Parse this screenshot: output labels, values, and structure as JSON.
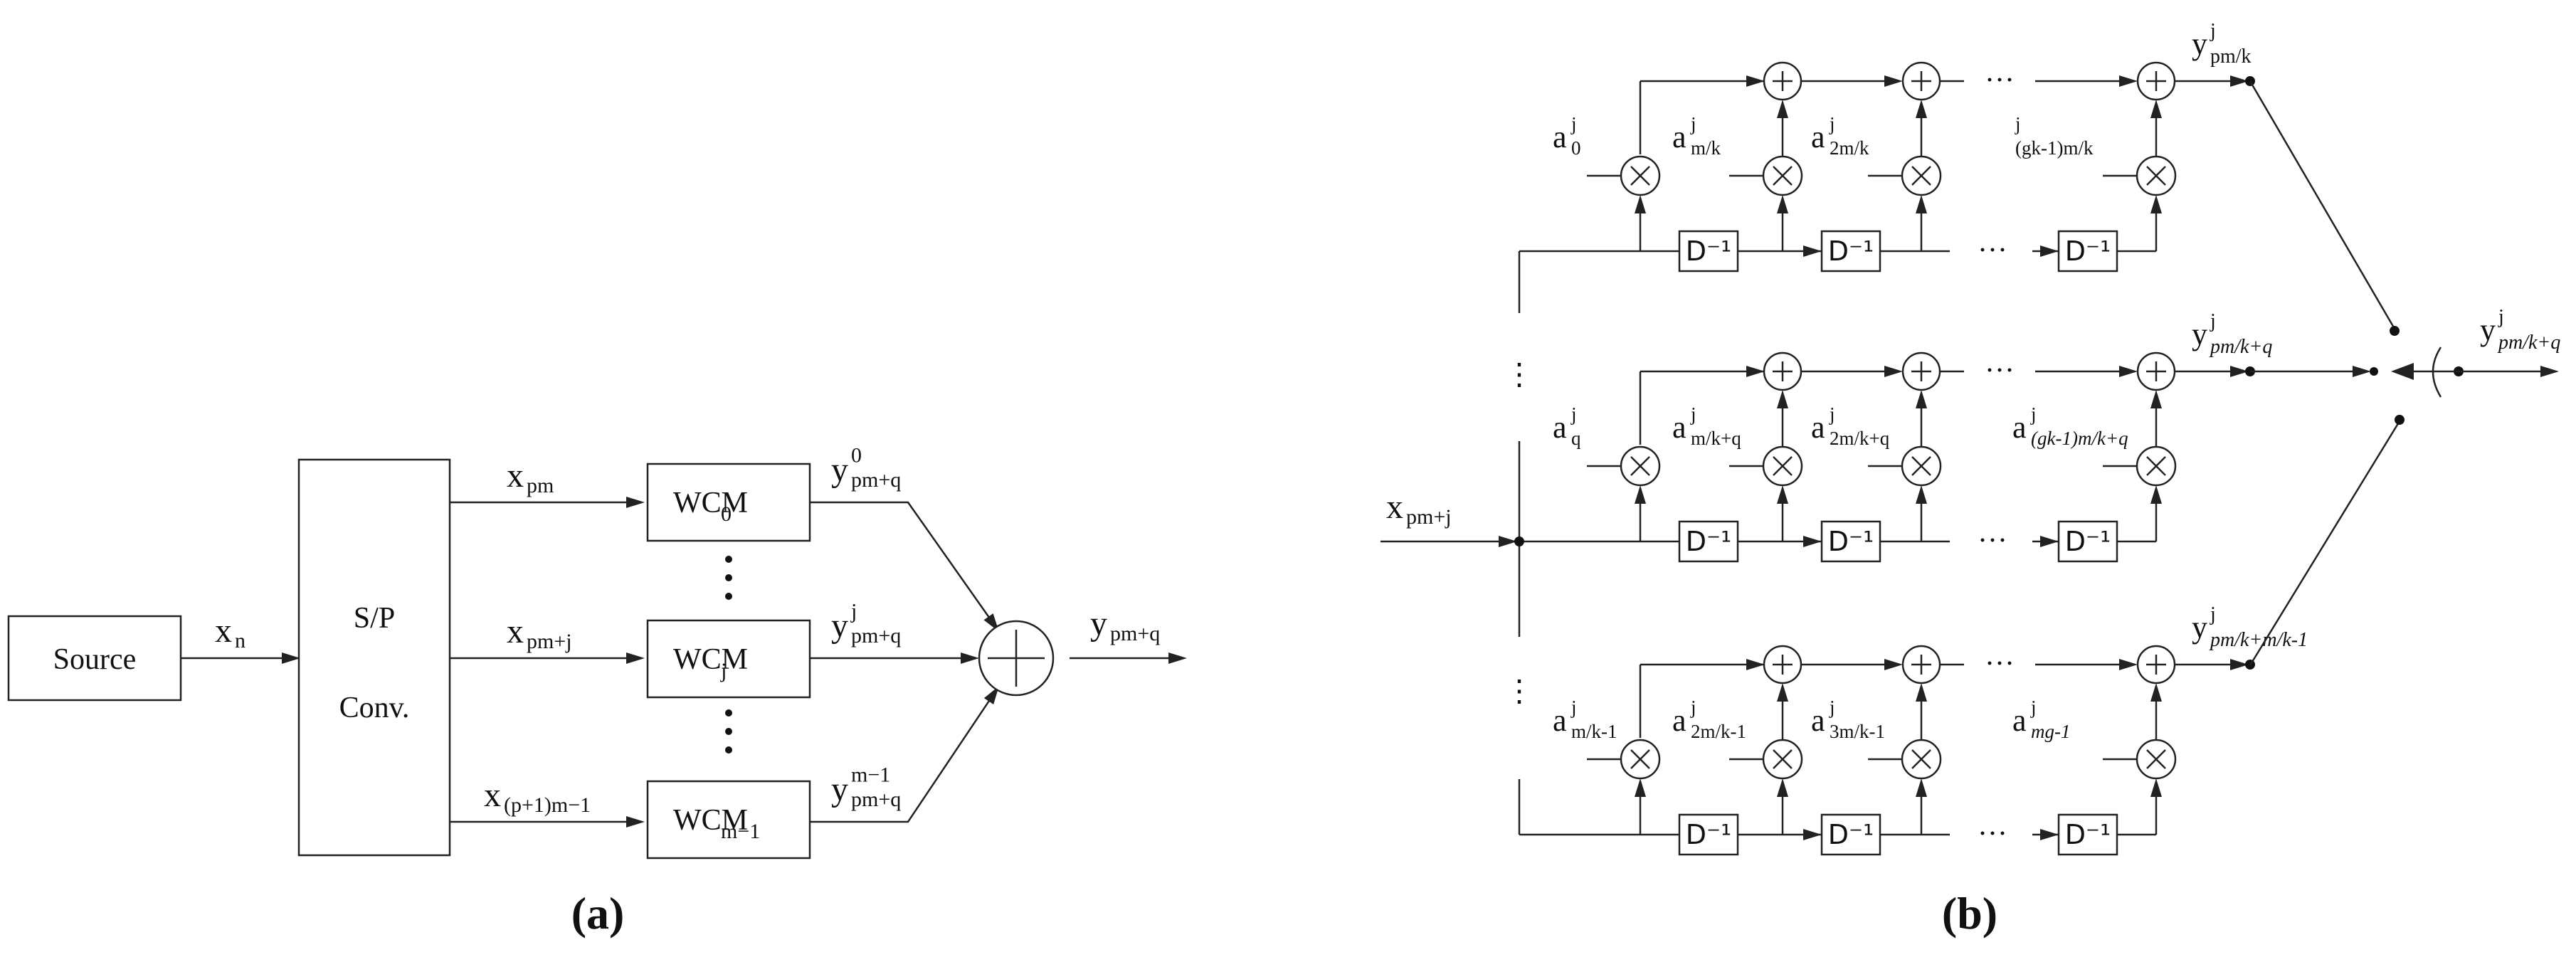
{
  "panel_a": {
    "caption": "(a)",
    "source_label": "Source",
    "xn_base": "x",
    "xn_sub": "n",
    "sp_label_top": "S/P",
    "sp_label_bottom": "Conv.",
    "inputs": [
      {
        "base": "x",
        "sub": "pm"
      },
      {
        "base": "x",
        "sub": "pm+j"
      },
      {
        "base": "x",
        "sub": "(p+1)m−1"
      }
    ],
    "wcm": [
      {
        "base": "WCM",
        "sub": "0"
      },
      {
        "base": "WCM",
        "sub": "j"
      },
      {
        "base": "WCM",
        "sub": "m−1"
      }
    ],
    "outputs": [
      {
        "base": "y",
        "sup": "0",
        "sub": "pm+q"
      },
      {
        "base": "y",
        "sup": "j",
        "sub": "pm+q"
      },
      {
        "base": "y",
        "sup": "m−1",
        "sub": "pm+q"
      }
    ],
    "final_output": {
      "base": "y",
      "sub": "pm+q"
    }
  },
  "panel_b": {
    "caption": "(b)",
    "input_label": {
      "base": "x",
      "sub": "pm+j"
    },
    "delay_label": "D⁻¹",
    "ellipsis": "···",
    "vertical_ellipsis": "⋮",
    "rows": [
      {
        "coeffs": [
          {
            "base": "a",
            "sup": "j",
            "sub": "0",
            "italic": false
          },
          {
            "base": "a",
            "sup": "j",
            "sub": "m/k",
            "italic": false
          },
          {
            "base": "a",
            "sup": "j",
            "sub": "2m/k",
            "italic": false
          },
          {
            "base": "",
            "sup": "j",
            "sub": "(gk-1)m/k",
            "italic": false
          }
        ],
        "output": {
          "base": "y",
          "sup": "j",
          "sub": "pm/k",
          "italic": false
        }
      },
      {
        "coeffs": [
          {
            "base": "a",
            "sup": "j",
            "sub": "q",
            "italic": false
          },
          {
            "base": "a",
            "sup": "j",
            "sub": "m/k+q",
            "italic": false
          },
          {
            "base": "a",
            "sup": "j",
            "sub": "2m/k+q",
            "italic": false
          },
          {
            "base": "a",
            "sup": "j",
            "sub": "(gk-1)m/k+q",
            "italic": true
          }
        ],
        "output": {
          "base": "y",
          "sup": "j",
          "sub": "pm/k+q",
          "italic": true
        }
      },
      {
        "coeffs": [
          {
            "base": "a",
            "sup": "j",
            "sub": "m/k-1",
            "italic": false
          },
          {
            "base": "a",
            "sup": "j",
            "sub": "2m/k-1",
            "italic": false
          },
          {
            "base": "a",
            "sup": "j",
            "sub": "3m/k-1",
            "italic": false
          },
          {
            "base": "a",
            "sup": "j",
            "sub": "mg-1",
            "italic": true
          }
        ],
        "output": {
          "base": "y",
          "sup": "j",
          "sub": "pm/k+m/k-1",
          "italic": true
        }
      }
    ],
    "switch_output": {
      "base": "y",
      "sup": "j",
      "sub": "pm/k+q",
      "italic": true
    }
  }
}
